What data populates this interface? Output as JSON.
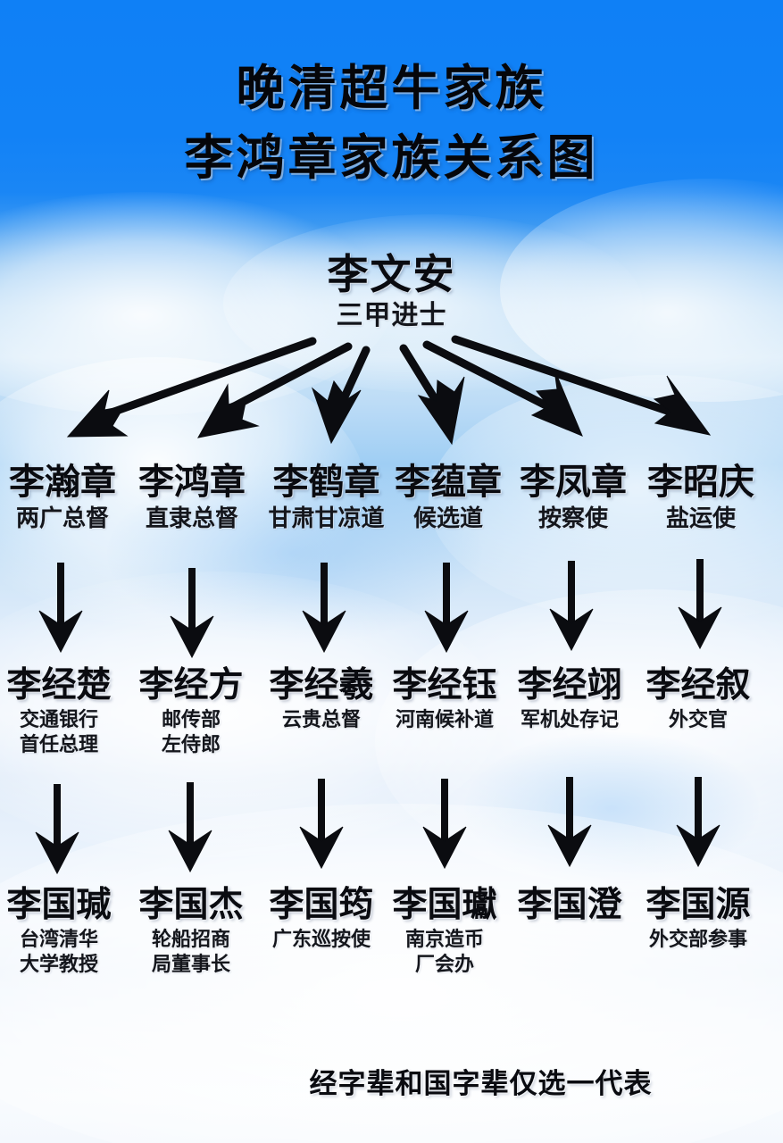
{
  "header": {
    "line1": "晚清超牛家族",
    "line2": "李鸿章家族关系图"
  },
  "colors": {
    "sky_top": "#0f80f6",
    "sky_bottom": "#f4f8fd",
    "text": "#0a0b10",
    "arrow": "#0b0c10"
  },
  "root": {
    "name": "李文安",
    "title": "三甲进士"
  },
  "generation2": [
    {
      "name": "李瀚章",
      "title": "两广总督"
    },
    {
      "name": "李鸿章",
      "title": "直隶总督"
    },
    {
      "name": "李鹤章",
      "title": "甘肃甘凉道"
    },
    {
      "name": "李蕴章",
      "title": "候选道"
    },
    {
      "name": "李凤章",
      "title": "按察使"
    },
    {
      "name": "李昭庆",
      "title": "盐运使"
    }
  ],
  "generation3": [
    {
      "name": "李经楚",
      "title": "交通银行\n首任总理"
    },
    {
      "name": "李经方",
      "title": "邮传部\n左侍郎"
    },
    {
      "name": "李经羲",
      "title": "云贵总督"
    },
    {
      "name": "李经钰",
      "title": "河南候补道"
    },
    {
      "name": "李经翊",
      "title": "军机处存记"
    },
    {
      "name": "李经叙",
      "title": "外交官"
    }
  ],
  "generation4": [
    {
      "name": "李国瑊",
      "title": "台湾清华\n大学教授"
    },
    {
      "name": "李国杰",
      "title": "轮船招商\n局董事长"
    },
    {
      "name": "李国筠",
      "title": "广东巡按使"
    },
    {
      "name": "李国瓛",
      "title": "南京造币\n厂会办"
    },
    {
      "name": "李国澄",
      "title": ""
    },
    {
      "name": "李国源",
      "title": "外交部参事"
    }
  ],
  "footer": {
    "note": "经字辈和国字辈仅选一代表"
  }
}
